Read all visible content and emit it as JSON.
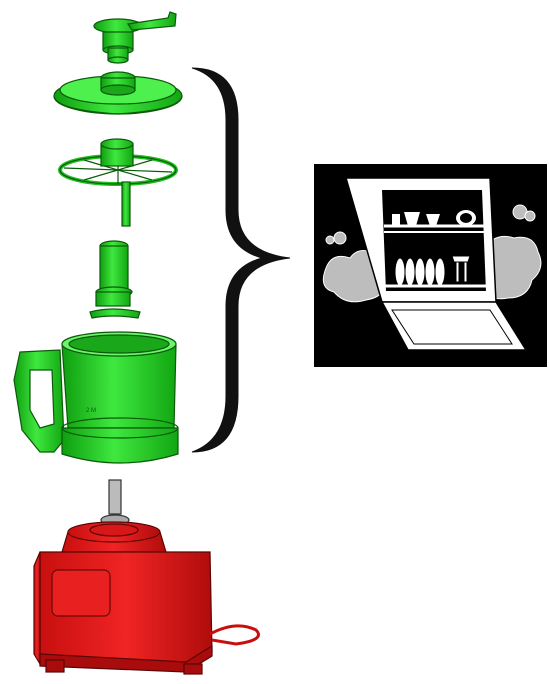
{
  "diagram": {
    "parts": [
      {
        "id": "pusher",
        "icon": "food-pusher-icon",
        "color": "#22cc22"
      },
      {
        "id": "lid",
        "icon": "lid-icon",
        "color": "#22cc22"
      },
      {
        "id": "disc",
        "icon": "slicing-disc-icon",
        "color": "#22cc22"
      },
      {
        "id": "blade",
        "icon": "blade-hub-icon",
        "color": "#22cc22"
      },
      {
        "id": "bowl",
        "icon": "bowl-with-handle-icon",
        "color": "#22cc22"
      },
      {
        "id": "base",
        "icon": "motor-base-icon",
        "color": "#e01818"
      }
    ],
    "grouping": {
      "icon": "curly-brace-icon",
      "color": "#111111"
    },
    "callout": {
      "icon": "dishwasher-icon",
      "background": "#000000",
      "foreground": "#ffffff"
    }
  }
}
